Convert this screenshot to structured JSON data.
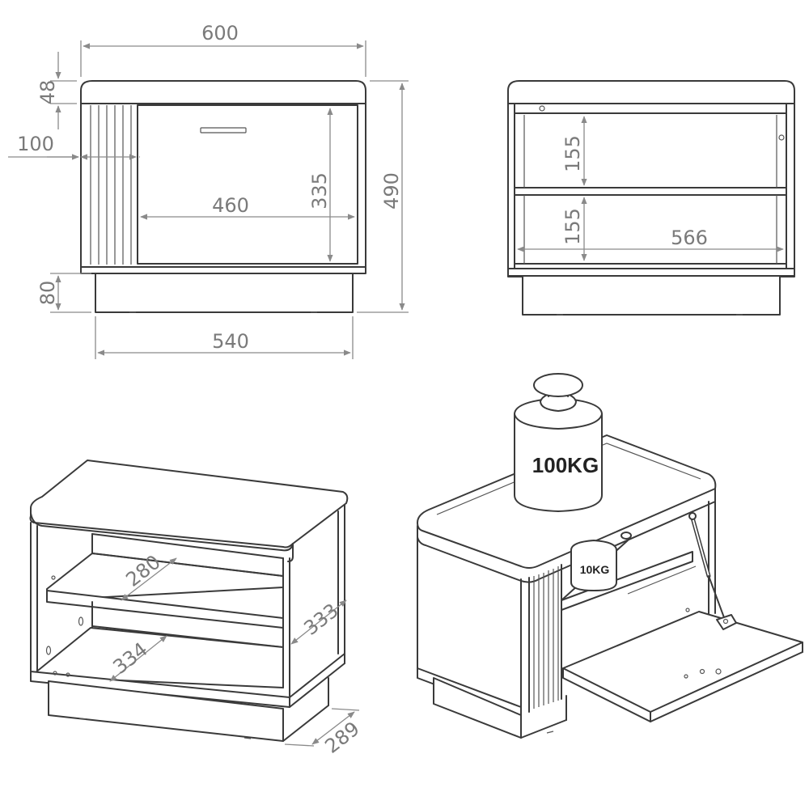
{
  "front_view": {
    "width_top": "600",
    "top_height": "48",
    "slat_width": "100",
    "door_height": "335",
    "door_width": "460",
    "total_height": "490",
    "base_height": "80",
    "base_width": "540"
  },
  "back_view": {
    "shelf_upper": "155",
    "shelf_lower": "155",
    "inner_width": "566"
  },
  "iso_open": {
    "shelf_depth": "280",
    "bottom_depth": "334",
    "inner_height": "333",
    "depth": "289"
  },
  "iso_load": {
    "top_load": "100KG",
    "shelf_load": "10KG"
  }
}
